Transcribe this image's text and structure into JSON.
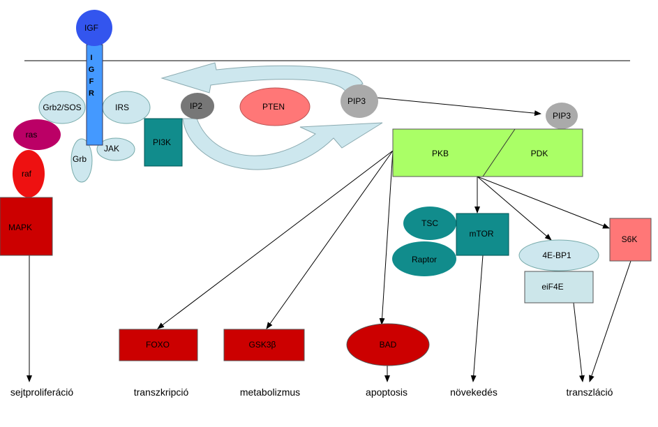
{
  "receptor": {
    "ligand": "IGF",
    "receptor_letters": [
      "I",
      "G",
      "F",
      "R"
    ]
  },
  "adaptors": {
    "grb2sos": "Grb2/SOS",
    "irs": "IRS",
    "grb": "Grb",
    "jak": "JAK"
  },
  "mapk_path": {
    "ras": "ras",
    "raf": "raf",
    "mapk": "MAPK"
  },
  "lipid_cycle": {
    "pi3k": "PI3K",
    "ip2": "IP2",
    "pten": "PTEN",
    "pip3": "PIP3",
    "pip3_bound": "PIP3"
  },
  "kinase_complex": {
    "pkb": "PKB",
    "pdk": "PDK"
  },
  "targets": {
    "tsc": "TSC",
    "raptor": "Raptor",
    "mtor": "mTOR",
    "ebp1": "4E-BP1",
    "eif4e": "eiF4E",
    "s6k": "S6K",
    "foxo": "FOXO",
    "gsk3b": "GSK3β",
    "bad": "BAD"
  },
  "outcomes": {
    "proliferation": "sejtproliferáció",
    "transcription": "transzkripció",
    "metabolism": "metabolizmus",
    "apoptosis": "apoptosis",
    "growth": "növekedés",
    "translation": "transzláció"
  },
  "colors": {
    "igf": "#3355ee",
    "igfr": "#4499ff",
    "light_blue": "#cde7ee",
    "teal": "#118c8c",
    "magenta": "#bb0066",
    "red": "#ee1111",
    "dark_red": "#cc0000",
    "pink": "#ff7777",
    "green": "#aaff66",
    "gray": "#aaaaaa",
    "dark_gray": "#777777",
    "pale_cyan": "#cce6ea"
  }
}
